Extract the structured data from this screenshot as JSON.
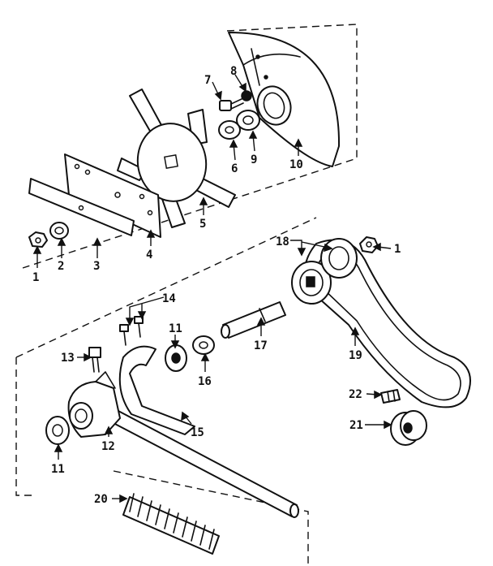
{
  "callouts": [
    {
      "id": "c1a",
      "text": "1"
    },
    {
      "id": "c1b",
      "text": "1"
    },
    {
      "id": "c2",
      "text": "2"
    },
    {
      "id": "c3",
      "text": "3"
    },
    {
      "id": "c4",
      "text": "4"
    },
    {
      "id": "c5",
      "text": "5"
    },
    {
      "id": "c6",
      "text": "6"
    },
    {
      "id": "c7",
      "text": "7"
    },
    {
      "id": "c8",
      "text": "8"
    },
    {
      "id": "c9",
      "text": "9"
    },
    {
      "id": "c10",
      "text": "10"
    },
    {
      "id": "c11a",
      "text": "11"
    },
    {
      "id": "c11b",
      "text": "11"
    },
    {
      "id": "c12",
      "text": "12"
    },
    {
      "id": "c13",
      "text": "13"
    },
    {
      "id": "c14",
      "text": "14"
    },
    {
      "id": "c15",
      "text": "15"
    },
    {
      "id": "c16",
      "text": "16"
    },
    {
      "id": "c17",
      "text": "17"
    },
    {
      "id": "c18",
      "text": "18"
    },
    {
      "id": "c19",
      "text": "19"
    },
    {
      "id": "c20",
      "text": "20"
    },
    {
      "id": "c21",
      "text": "21"
    },
    {
      "id": "c22",
      "text": "22"
    }
  ]
}
